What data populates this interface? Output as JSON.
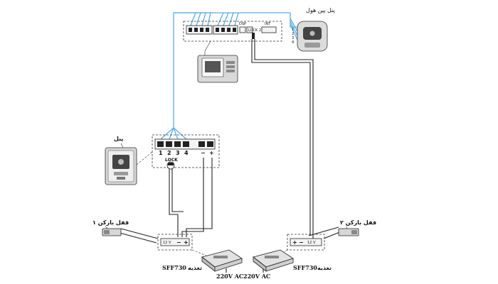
{
  "panel_label": "پنل",
  "pinhole_panel_label": "پنل پین هول",
  "panel_terminals": [
    "1",
    "2",
    "3",
    "4",
    "−",
    "+"
  ],
  "panel_lock_label": "LOCK",
  "monitor_lock_label": "LOCK 2",
  "monitor_port_a_label": "DSP",
  "monitor_port_b_label": "INT",
  "pinhole_wires": [
    "1",
    "2",
    "3",
    "4"
  ],
  "lock1_label": "قفل بازکن ۱",
  "lock2_label": "قفل بازکن ۲",
  "psu_left": {
    "model": "SFF730",
    "name": "تغذیه",
    "input": "220V AC",
    "output": "12 V",
    "minus": "−",
    "plus": "+"
  },
  "psu_right": {
    "model": "SFF730",
    "name": "تغذیه",
    "input": "220V AC",
    "output": "12 V",
    "minus": "−",
    "plus": "+"
  },
  "colors": {
    "signal_wire": "#5aaee0",
    "wire": "#222222",
    "dashed_box": "#333333"
  }
}
